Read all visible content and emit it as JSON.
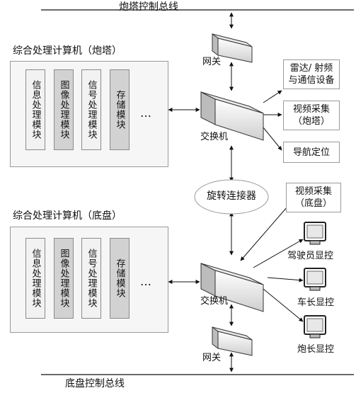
{
  "top_bus": "炮塔控制总线",
  "bottom_bus": "底盘控制总线",
  "turret_computer": {
    "title": "综合处理计算机（炮塔）",
    "modules": [
      "信息处理模块",
      "图像处理模块",
      "信号处理模块",
      "存储模块"
    ],
    "ellipsis": "…"
  },
  "chassis_computer": {
    "title": "综合处理计算机（底盘）",
    "modules": [
      "信息处理模块",
      "图像处理模块",
      "信号处理模块",
      "存储模块"
    ],
    "ellipsis": "…"
  },
  "gateway_top": "网关",
  "gateway_bottom": "网关",
  "switch_top": "交换机",
  "switch_bottom": "交换机",
  "rotary_connector": "旋转连接器",
  "turret_devices": {
    "radar": "雷达/ 射频\n与通信设备",
    "video_turret": "视频采集\n（炮塔）",
    "navigation": "导航定位"
  },
  "video_chassis": "视频采集\n（底盘）",
  "displays": {
    "driver": "驾驶员显控",
    "commander": "车长显控",
    "gunner": "炮长显控"
  }
}
